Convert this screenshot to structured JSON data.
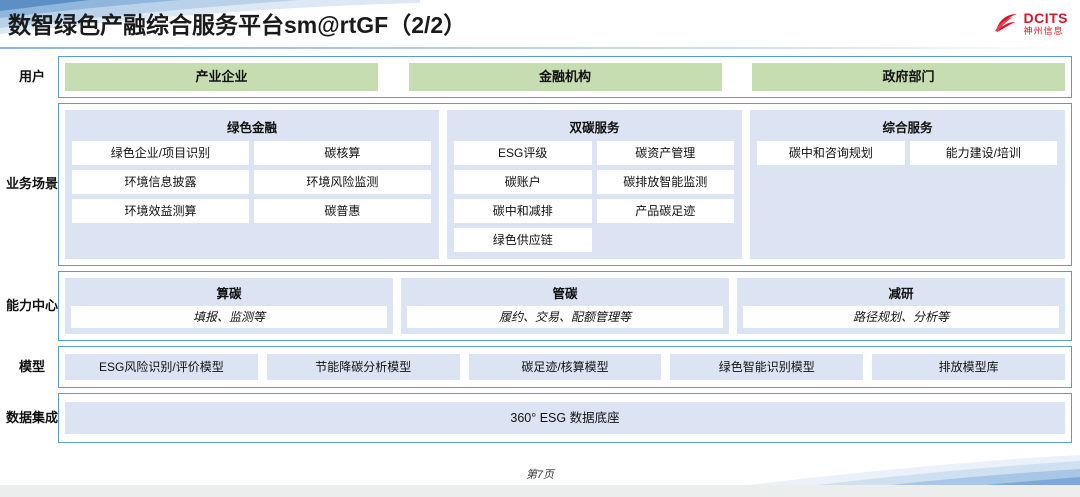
{
  "header": {
    "title": "数智绿色产融综合服务平台sm@rtGF（2/2）",
    "logo": {
      "icon": "dcits-swoosh-icon",
      "en": "DCITS",
      "cn": "神州信息",
      "color": "#d7182a"
    }
  },
  "colors": {
    "accent_blue": "#5b9bd5",
    "panel_blue": "#dce3f2",
    "chip_green": "#c6ddb2",
    "brand_red": "#d7182a"
  },
  "rows": {
    "user": {
      "label": "用户",
      "chips": [
        "产业企业",
        "金融机构",
        "政府部门"
      ]
    },
    "business": {
      "label": "业务场景",
      "groups": [
        {
          "title": "绿色金融",
          "cells": [
            "绿色企业/项目识别",
            "碳核算",
            "环境信息披露",
            "环境风险监测",
            "环境效益测算",
            "碳普惠"
          ]
        },
        {
          "title": "双碳服务",
          "cells": [
            "ESG评级",
            "碳资产管理",
            "碳账户",
            "碳排放智能监测",
            "碳中和减排",
            "产品碳足迹",
            "绿色供应链"
          ]
        },
        {
          "title": "综合服务",
          "cells": [
            "碳中和咨询规划",
            "能力建设/培训"
          ]
        }
      ]
    },
    "capability": {
      "label": "能力中心",
      "groups": [
        {
          "title": "算碳",
          "subtitle": "填报、监测等"
        },
        {
          "title": "管碳",
          "subtitle": "履约、交易、配额管理等"
        },
        {
          "title": "减研",
          "subtitle": "路径规划、分析等"
        }
      ]
    },
    "model": {
      "label": "模型",
      "chips": [
        "ESG风险识别/评价模型",
        "节能降碳分析模型",
        "碳足迹/核算模型",
        "绿色智能识别模型",
        "排放模型库"
      ]
    },
    "data": {
      "label": "数据集成",
      "chip": "360° ESG 数据底座"
    }
  },
  "footer": {
    "page": "第7页"
  }
}
